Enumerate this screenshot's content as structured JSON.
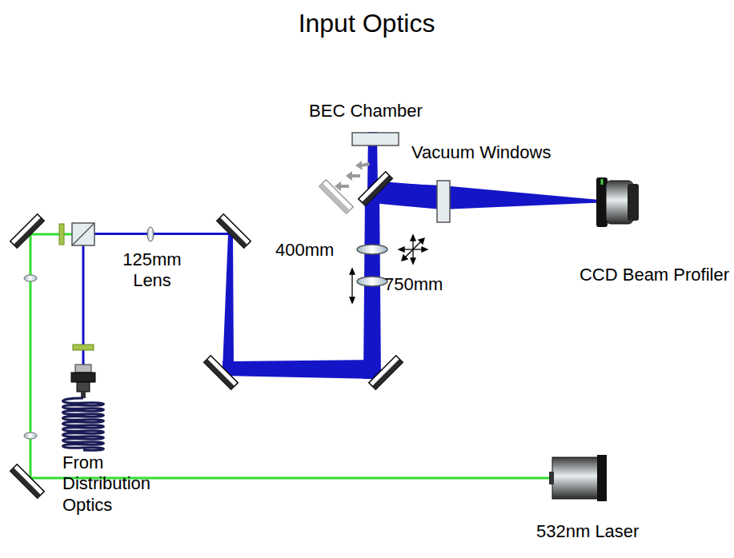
{
  "diagram": {
    "title": "Input Optics",
    "labels": [
      "BEC Chamber",
      "Vacuum Windows",
      "400mm",
      "750mm",
      "125mm Lens",
      "CCD Beam Profiler",
      "From Distribution Optics",
      "532nm Laser"
    ]
  }
}
